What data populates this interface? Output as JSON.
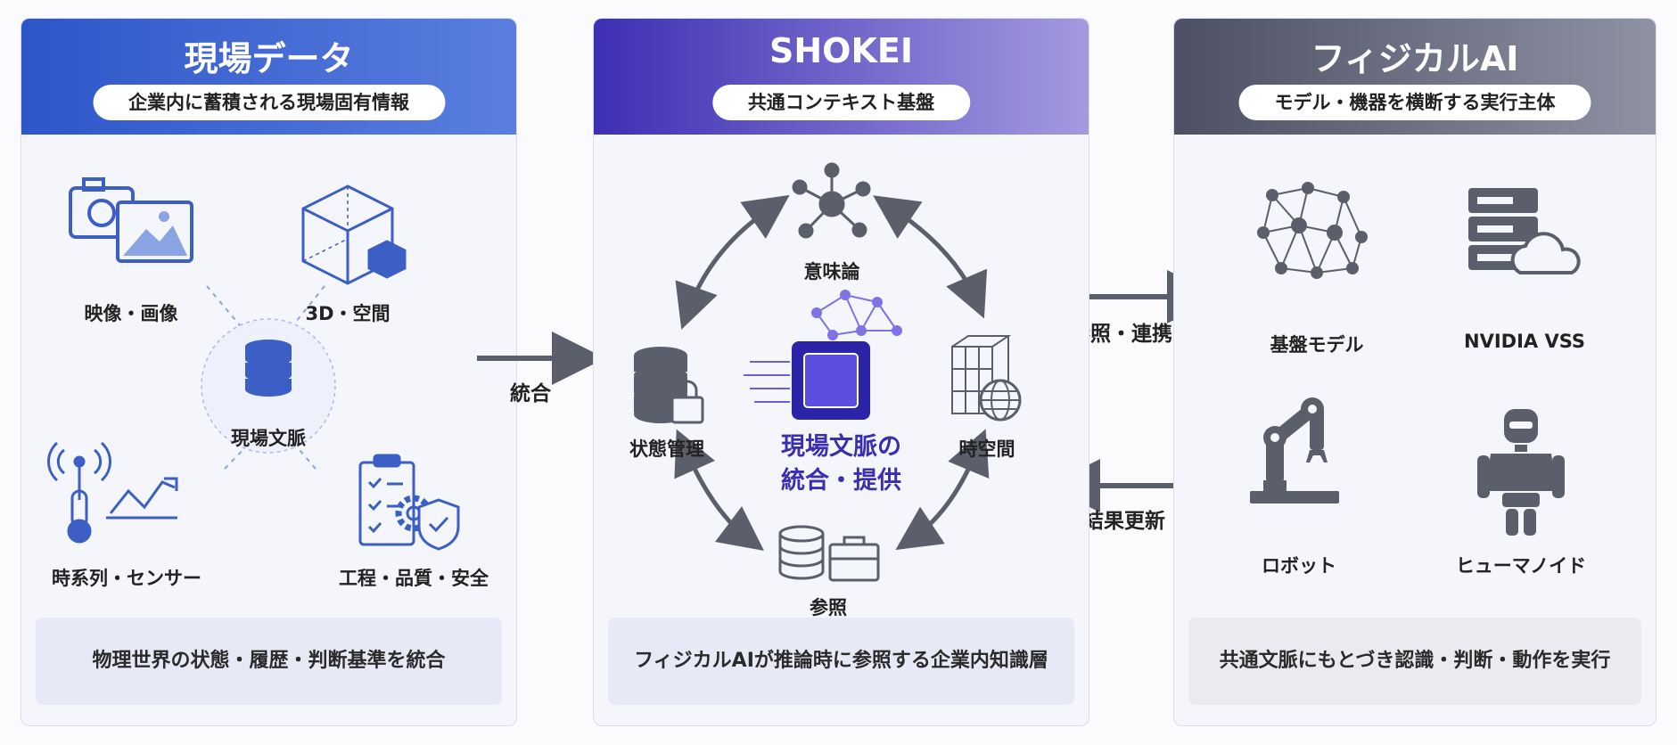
{
  "left_panel": {
    "title": "現場データ",
    "subtitle": "企業内に蓄積される現場固有情報",
    "center_label": "現場文脈",
    "items": [
      {
        "label": "映像・画像",
        "icon": "camera-image-icon"
      },
      {
        "label": "3D・空間",
        "icon": "3d-cube-icon"
      },
      {
        "label": "時系列・センサー",
        "icon": "sensor-chart-icon"
      },
      {
        "label": "工程・品質・安全",
        "icon": "checklist-gear-shield-icon"
      }
    ],
    "footer": "物理世界の状態・履歴・判断基準を統合"
  },
  "middle_panel": {
    "title": "SHOKEI",
    "subtitle": "共通コンテキスト基盤",
    "center_title_line1": "現場文脈の",
    "center_title_line2": "統合・提供",
    "nodes": [
      {
        "label": "意味論",
        "icon": "network-node-icon"
      },
      {
        "label": "時空間",
        "icon": "cube-globe-icon"
      },
      {
        "label": "参照",
        "icon": "database-briefcase-icon"
      },
      {
        "label": "状態管理",
        "icon": "database-lock-icon"
      }
    ],
    "footer": "フィジカルAIが推論時に参照する企業内知識層"
  },
  "right_panel": {
    "title": "フィジカルAI",
    "subtitle": "モデル・機器を横断する実行主体",
    "items": [
      {
        "label": "基盤モデル",
        "icon": "neural-network-icon"
      },
      {
        "label": "NVIDIA VSS",
        "icon": "server-cloud-icon"
      },
      {
        "label": "ロボット",
        "icon": "robot-arm-icon"
      },
      {
        "label": "ヒューマノイド",
        "icon": "humanoid-icon"
      }
    ],
    "footer": "共通文脈にもとづき認識・判断・動作を実行"
  },
  "connectors": {
    "integrate": "統合",
    "reference_link": "参照・連携",
    "result_update": "結果更新"
  },
  "colors": {
    "left_header": "#2e56c8",
    "middle_header": "#3d2fb3",
    "right_header": "#4d5064",
    "accent_blue": "#3b5fc4",
    "accent_purple": "#3a2fb0",
    "gray_icon": "#5b5e6b"
  }
}
